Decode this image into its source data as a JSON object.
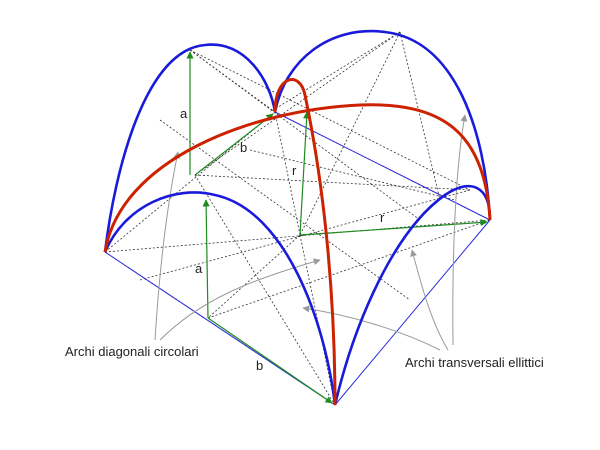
{
  "diagram": {
    "labels": {
      "a_top": "a",
      "b_top": "b",
      "r_vertical": "r",
      "r_horizontal": "r",
      "a_front": "a",
      "b_front": "b"
    },
    "captions": {
      "diagonal_arches": "Archi diagonali circolari",
      "transverse_arches": "Archi transversali ellittici"
    },
    "colors": {
      "diagonal_arch": "#cc2200",
      "transverse_arch": "#1a1adb",
      "dimension": "#1e8c1e",
      "construction": "#333333",
      "base_edge": "#2a2ae0",
      "pointer": "#9a9a9a"
    }
  }
}
